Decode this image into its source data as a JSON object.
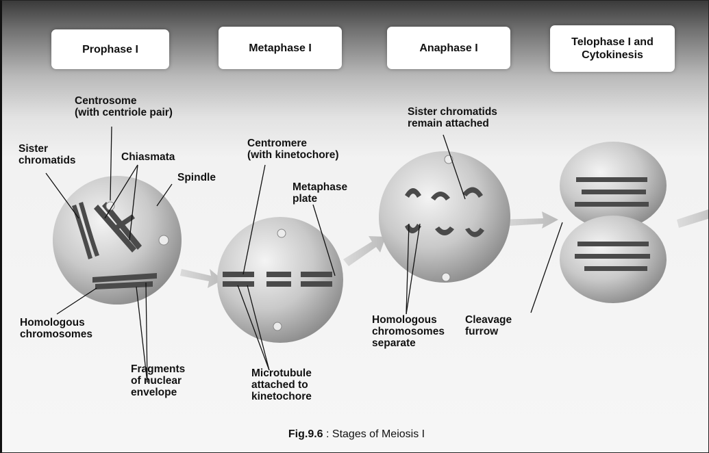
{
  "stages": [
    {
      "label": "Prophase I"
    },
    {
      "label": "Metaphase I"
    },
    {
      "label": "Anaphase I"
    },
    {
      "label": "Telophase I and",
      "label2": "Cytokinesis"
    }
  ],
  "labels": {
    "centrosome": [
      "Centrosome",
      "(with centriole pair)"
    ],
    "sister_chromatids": [
      "Sister",
      "chromatids"
    ],
    "chiasmata": "Chiasmata",
    "spindle": "Spindle",
    "homologous_chromosomes": [
      "Homologous",
      "chromosomes"
    ],
    "fragments": [
      "Fragments",
      "of nuclear",
      "envelope"
    ],
    "centromere": [
      "Centromere",
      "(with kinetochore)"
    ],
    "metaphase_plate": [
      "Metaphase",
      "plate"
    ],
    "microtubule": [
      "Microtubule",
      "attached  to",
      "kinetochore"
    ],
    "sister_attached": [
      "Sister  chromatids",
      "remain attached"
    ],
    "homologous_separate": [
      "Homologous",
      "chromosomes",
      "separate"
    ],
    "cleavage_furrow": [
      "Cleavage",
      "furrow"
    ]
  },
  "caption": {
    "figure": "Fig.9.6",
    "text": " : Stages of Meiosis I"
  }
}
